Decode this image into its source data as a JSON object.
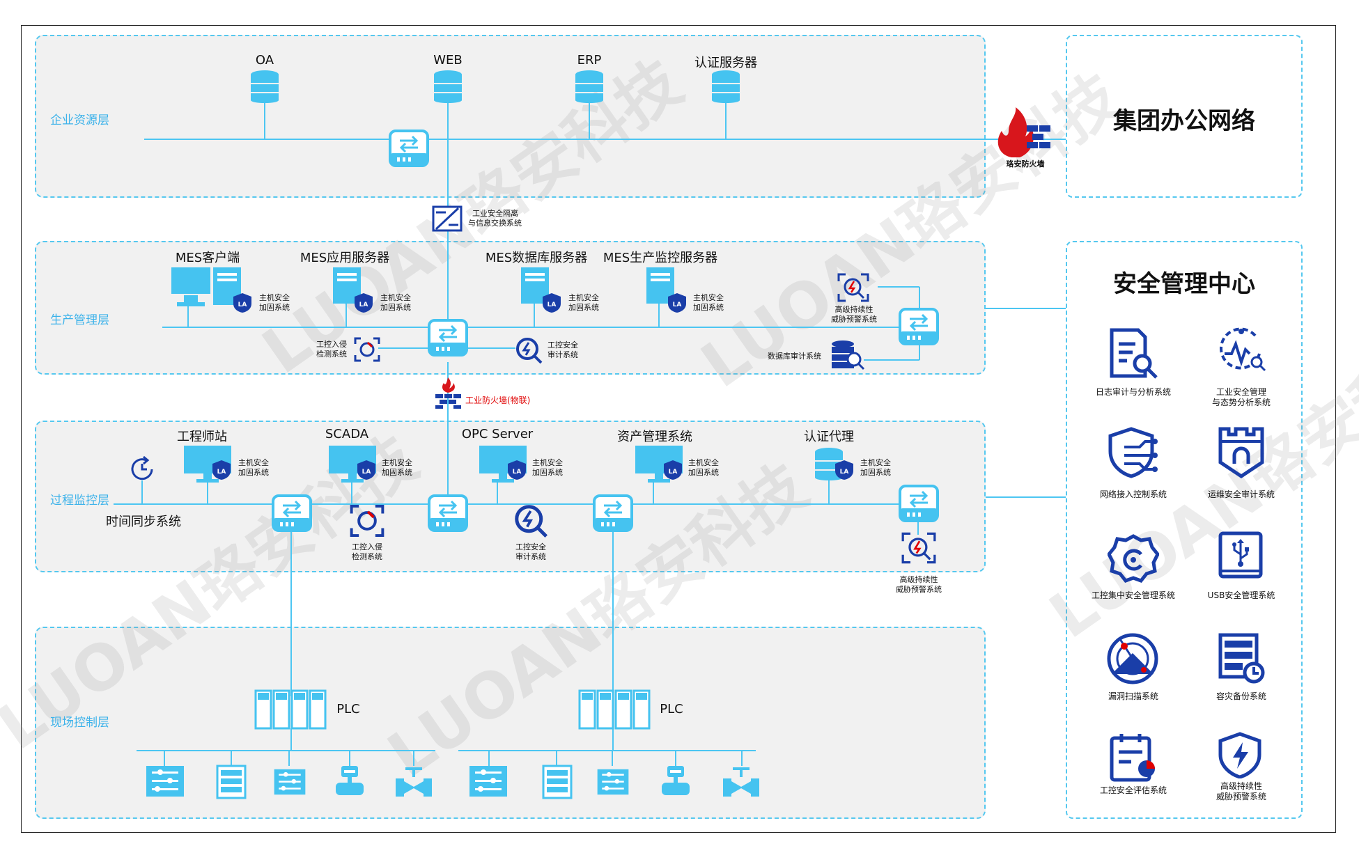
{
  "layers": {
    "enterprise": "企业资源层",
    "production": "生产管理层",
    "process": "过程监控层",
    "field": "现场控制层"
  },
  "enterprise": {
    "servers": [
      "OA",
      "WEB",
      "ERP",
      "认证服务器"
    ],
    "firewall": "珞安防火墙",
    "group_network": "集团办公网络"
  },
  "isolation_gateway": [
    "工业安全隔离",
    "与信息交换系统"
  ],
  "production": {
    "mes_client": "MES客户端",
    "mes_app": "MES应用服务器",
    "mes_db": "MES数据库服务器",
    "mes_monitor": "MES生产监控服务器",
    "host_security": [
      "主机安全",
      "加固系统"
    ],
    "apt": [
      "高级持续性",
      "威胁预警系统"
    ],
    "ids": [
      "工控入侵",
      "检测系统"
    ],
    "audit": [
      "工控安全",
      "审计系统"
    ],
    "db_audit": "数据库审计系统"
  },
  "industrial_firewall": "工业防火墙(物联)",
  "process": {
    "engineer_station": "工程师站",
    "scada": "SCADA",
    "opc": "OPC Server",
    "asset_mgmt": "资产管理系统",
    "auth_proxy": "认证代理",
    "time_sync": "时间同步系统",
    "host_security": [
      "主机安全",
      "加固系统"
    ],
    "ids": [
      "工控入侵",
      "检测系统"
    ],
    "audit": [
      "工控安全",
      "审计系统"
    ],
    "apt": [
      "高级持续性",
      "威胁预警系统"
    ]
  },
  "field": {
    "plc": "PLC"
  },
  "security_center": {
    "title": "安全管理中心",
    "items": [
      {
        "label": [
          "日志审计与分析系统"
        ],
        "icon": "log-audit-icon"
      },
      {
        "label": [
          "工业安全管理",
          "与态势分析系统"
        ],
        "icon": "situation-analysis-icon"
      },
      {
        "label": [
          "网络接入控制系统"
        ],
        "icon": "network-access-icon"
      },
      {
        "label": [
          "运维安全审计系统"
        ],
        "icon": "ops-audit-icon"
      },
      {
        "label": [
          "工控集中安全管理系统"
        ],
        "icon": "central-management-icon"
      },
      {
        "label": [
          "USB安全管理系统"
        ],
        "icon": "usb-icon"
      },
      {
        "label": [
          "漏洞扫描系统"
        ],
        "icon": "vuln-scan-icon"
      },
      {
        "label": [
          "容灾备份系统"
        ],
        "icon": "backup-icon"
      },
      {
        "label": [
          "工控安全评估系统"
        ],
        "icon": "assessment-icon"
      },
      {
        "label": [
          "高级持续性",
          "威胁预警系统"
        ],
        "icon": "apt-shield-icon"
      }
    ]
  },
  "watermark": "LUOAN珞安科技",
  "colors": {
    "accent": "#45c3f0",
    "line": "#4cc6f2",
    "navy": "#1a3ea8",
    "red": "#e00000"
  }
}
